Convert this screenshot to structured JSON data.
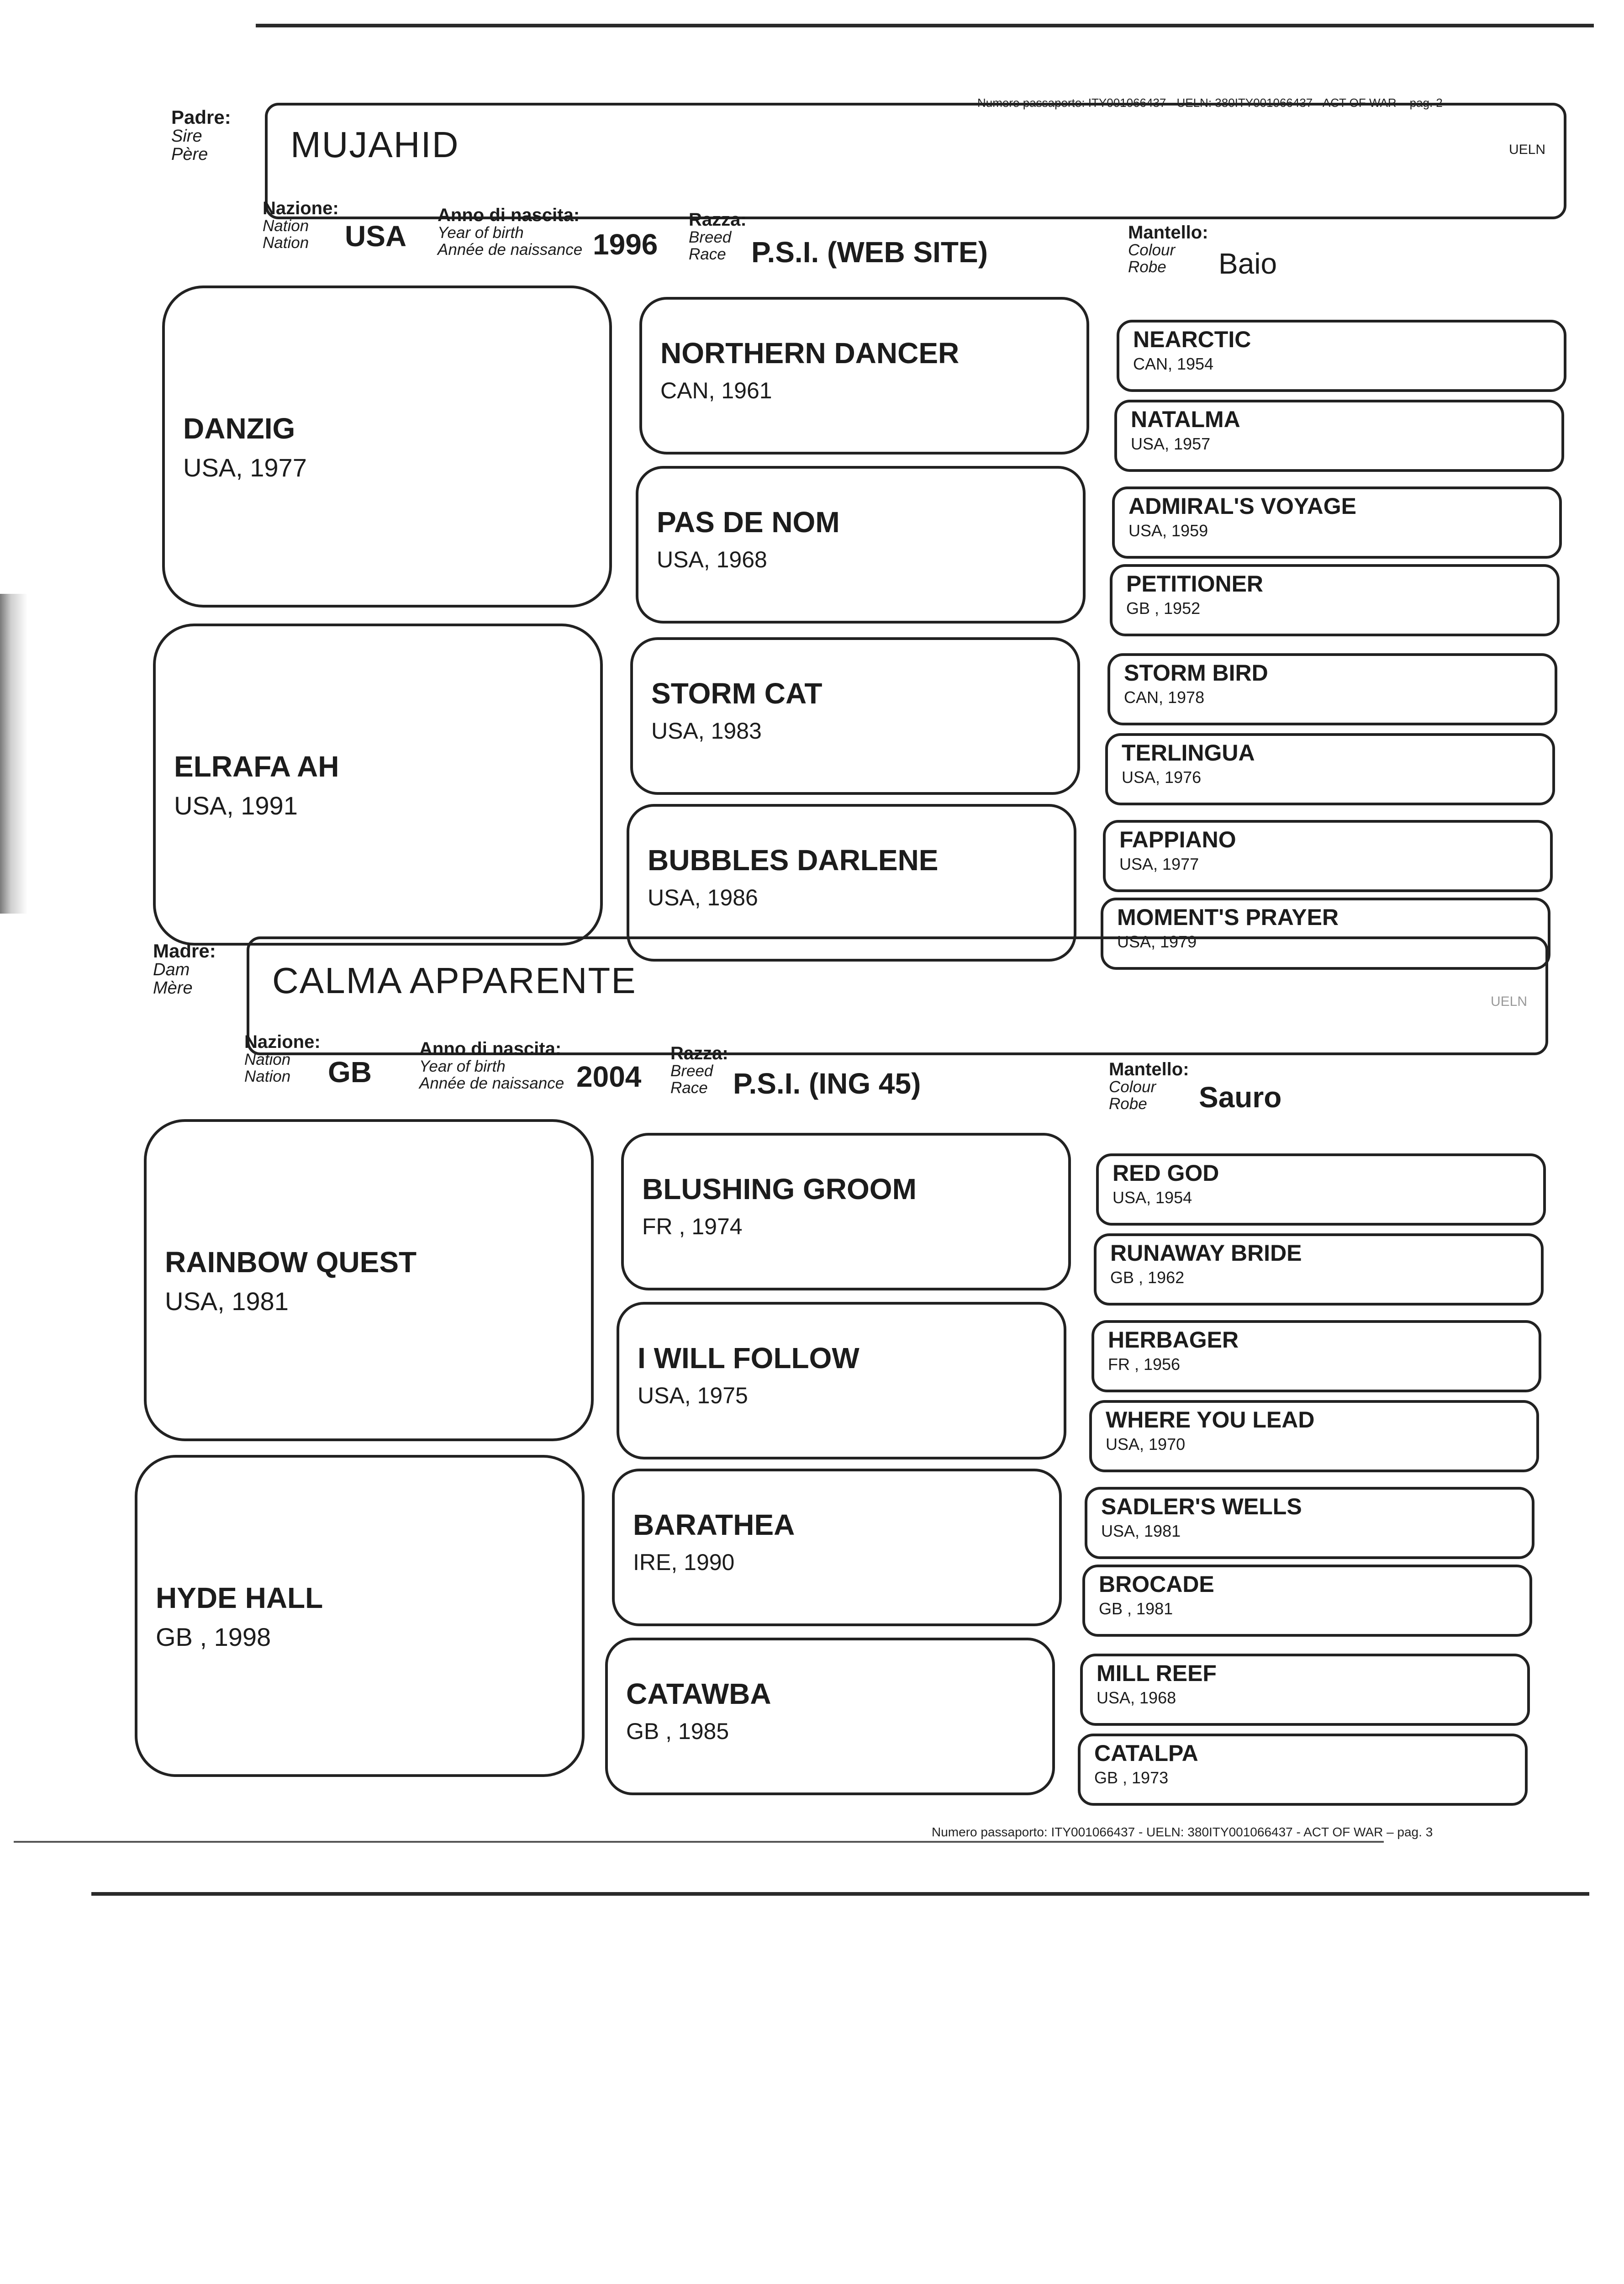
{
  "header_top": {
    "passport_line": "Numero passaporto: ITY001066437 - UELN: 380ITY001066437 - ACT OF WAR –  pag. 2"
  },
  "sire": {
    "role": [
      "Padre:",
      "Sire",
      "Père"
    ],
    "name": "MUJAHID",
    "ueln_label": "UELN",
    "nation_label": [
      "Nazione:",
      "Nation",
      "Nation"
    ],
    "nation": "USA",
    "year_label": [
      "Anno di nascita:",
      "Year of birth",
      "Année de naissance"
    ],
    "year": "1996",
    "breed_label": [
      "Razza:",
      "Breed",
      "Race"
    ],
    "breed": "P.S.I. (WEB SITE)",
    "colour_label": [
      "Mantello:",
      "Colour",
      "Robe"
    ],
    "colour": "Baio"
  },
  "sire_pedigree": {
    "gen1": [
      {
        "name": "DANZIG",
        "info": "USA, 1977"
      },
      {
        "name": "ELRAFA AH",
        "info": "USA, 1991"
      }
    ],
    "gen2": [
      {
        "name": "NORTHERN DANCER",
        "info": "CAN, 1961"
      },
      {
        "name": "PAS DE NOM",
        "info": "USA, 1968"
      },
      {
        "name": "STORM CAT",
        "info": "USA, 1983"
      },
      {
        "name": "BUBBLES DARLENE",
        "info": "USA, 1986"
      }
    ],
    "gen3": [
      {
        "name": "NEARCTIC",
        "info": "CAN, 1954"
      },
      {
        "name": "NATALMA",
        "info": "USA, 1957"
      },
      {
        "name": "ADMIRAL'S VOYAGE",
        "info": "USA, 1959"
      },
      {
        "name": "PETITIONER",
        "info": "GB , 1952"
      },
      {
        "name": "STORM BIRD",
        "info": "CAN, 1978"
      },
      {
        "name": "TERLINGUA",
        "info": "USA, 1976"
      },
      {
        "name": "FAPPIANO",
        "info": "USA, 1977"
      },
      {
        "name": "MOMENT'S PRAYER",
        "info": "USA, 1979"
      }
    ]
  },
  "dam": {
    "role": [
      "Madre:",
      "Dam",
      "Mère"
    ],
    "name": "CALMA APPARENTE",
    "ueln_label": "UELN",
    "nation_label": [
      "Nazione:",
      "Nation",
      "Nation"
    ],
    "nation": "GB",
    "year_label": [
      "Anno di nascita:",
      "Year of birth",
      "Année de naissance"
    ],
    "year": "2004",
    "breed_label": [
      "Razza:",
      "Breed",
      "Race"
    ],
    "breed": "P.S.I. (ING 45)",
    "colour_label": [
      "Mantello:",
      "Colour",
      "Robe"
    ],
    "colour": "Sauro"
  },
  "dam_pedigree": {
    "gen1": [
      {
        "name": "RAINBOW QUEST",
        "info": "USA, 1981"
      },
      {
        "name": "HYDE HALL",
        "info": "GB , 1998"
      }
    ],
    "gen2": [
      {
        "name": "BLUSHING GROOM",
        "info": "FR , 1974"
      },
      {
        "name": "I WILL FOLLOW",
        "info": "USA, 1975"
      },
      {
        "name": "BARATHEA",
        "info": "IRE, 1990"
      },
      {
        "name": "CATAWBA",
        "info": "GB , 1985"
      }
    ],
    "gen3": [
      {
        "name": "RED GOD",
        "info": "USA, 1954"
      },
      {
        "name": "RUNAWAY BRIDE",
        "info": "GB , 1962"
      },
      {
        "name": "HERBAGER",
        "info": "FR , 1956"
      },
      {
        "name": "WHERE YOU LEAD",
        "info": "USA, 1970"
      },
      {
        "name": "SADLER'S WELLS",
        "info": "USA, 1981"
      },
      {
        "name": "BROCADE",
        "info": "GB , 1981"
      },
      {
        "name": "MILL REEF",
        "info": "USA, 1968"
      },
      {
        "name": "CATALPA",
        "info": "GB , 1973"
      }
    ]
  },
  "footer": {
    "passport_line": "Numero passaporto: ITY001066437 - UELN: 380ITY001066437 - ACT OF WAR –  pag. 3"
  }
}
